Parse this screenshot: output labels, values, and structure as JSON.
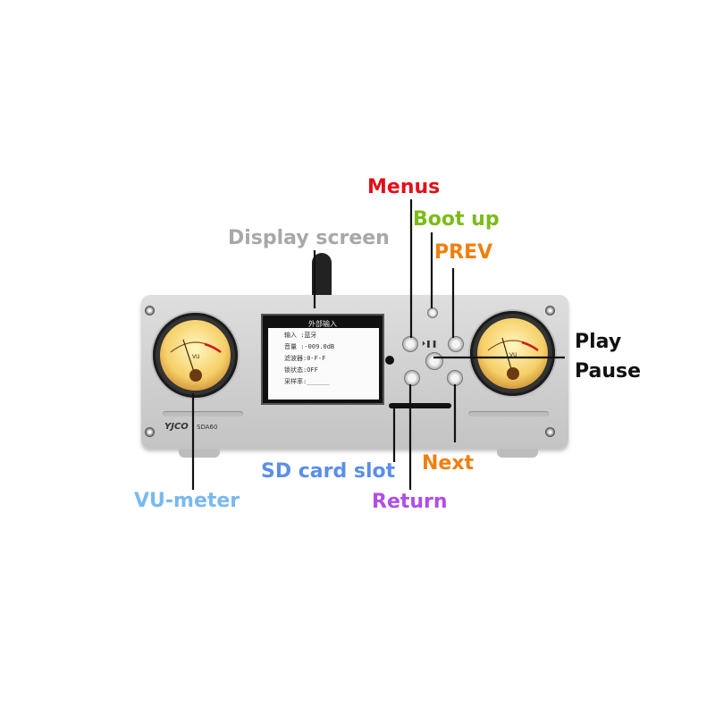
{
  "labels": {
    "menus": "Menus",
    "boot_up": "Boot up",
    "prev": "PREV",
    "display_screen": "Display screen",
    "play_pause_line1": "Play",
    "play_pause_line2": "Pause",
    "sd_card_slot": "SD card slot",
    "next": "Next",
    "vu_meter": "VU-meter",
    "return": "Return"
  },
  "device": {
    "brand": "YJCO",
    "model": "SDA60",
    "screen_title": "外部输入",
    "screen_lines": [
      "输入 :蓝牙",
      "音量 :-009.0dB",
      "滤波器:0-F-F",
      "锁状态:OFF",
      "采样率:______"
    ],
    "play_pause_symbol": "⏵❚❚"
  },
  "colors": {
    "menus": "#e0101a",
    "boot_up": "#7cbb17",
    "prev": "#f07f0e",
    "display_screen": "#a8a8a8",
    "play_pause": "#111111",
    "sd_card_slot": "#5a8fe6",
    "next": "#f07f0e",
    "vu_meter": "#79b9ee",
    "return": "#b04de8"
  }
}
